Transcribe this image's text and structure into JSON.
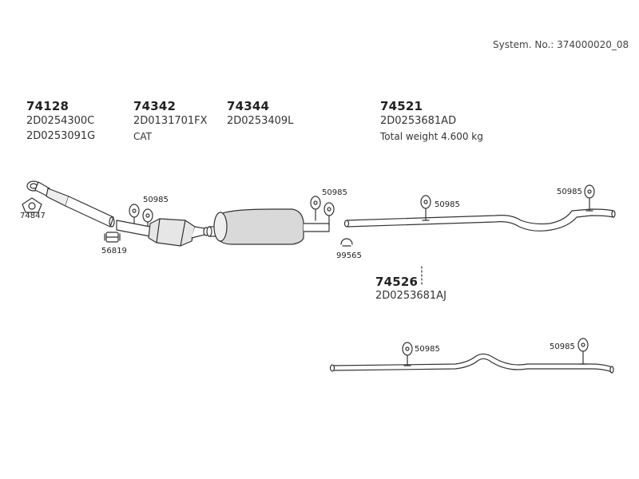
{
  "header": {
    "system_no": "System. No.: 374000020_08"
  },
  "parts": [
    {
      "number": "74128",
      "codes": [
        "2D0254300C",
        "2D0253091G"
      ]
    },
    {
      "number": "74342",
      "codes": [
        "2D0131701FX",
        "CAT"
      ]
    },
    {
      "number": "74344",
      "codes": [
        "2D0253409L"
      ]
    },
    {
      "number": "74521",
      "codes": [
        "2D0253681AD",
        "Total weight 4.600 kg"
      ]
    },
    {
      "number": "74526",
      "codes": [
        "2D0253681AJ"
      ]
    }
  ],
  "callouts": {
    "gasket": "74847",
    "clamp": "56819",
    "hanger_a": "50985",
    "hanger_b": "50985",
    "hanger_c": "50985",
    "hanger_d": "50985",
    "ring": "99565",
    "hanger_e": "50985",
    "hanger_f": "50985"
  },
  "colors": {
    "line": "#333333",
    "fill": "#ffffff",
    "shade": "#d9d9d9"
  },
  "icons": [
    "exhaust-pipe",
    "catalytic-converter",
    "silencer",
    "rubber-hanger",
    "clamp",
    "gasket-ring"
  ]
}
